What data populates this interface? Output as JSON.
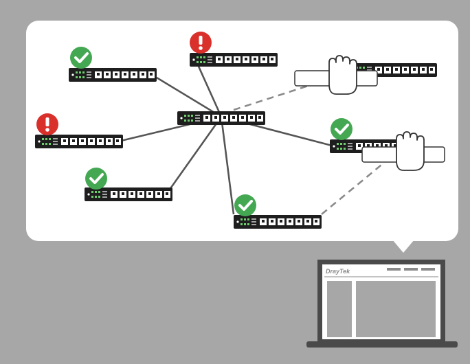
{
  "colors": {
    "background": "#a7a7a7",
    "bubble": "#ffffff",
    "switch_body": "#1e1e1e",
    "ok": "#44a853",
    "alert": "#d9302c",
    "cable": "#555555",
    "laptop_frame": "#4a4a4a",
    "laptop_panel": "#a7a7a7"
  },
  "switches": [
    {
      "id": "center",
      "status": "none"
    },
    {
      "id": "top-left",
      "status": "ok"
    },
    {
      "id": "top-middle",
      "status": "alert"
    },
    {
      "id": "top-right",
      "status": "none"
    },
    {
      "id": "middle-left",
      "status": "alert"
    },
    {
      "id": "middle-right",
      "status": "ok"
    },
    {
      "id": "bottom-left",
      "status": "ok"
    },
    {
      "id": "bottom-middle",
      "status": "ok"
    }
  ],
  "icons": {
    "ok": "check-icon",
    "alert": "exclamation-icon",
    "hand": "hand-plug-icon"
  },
  "laptop": {
    "brand": "DrayTek"
  }
}
